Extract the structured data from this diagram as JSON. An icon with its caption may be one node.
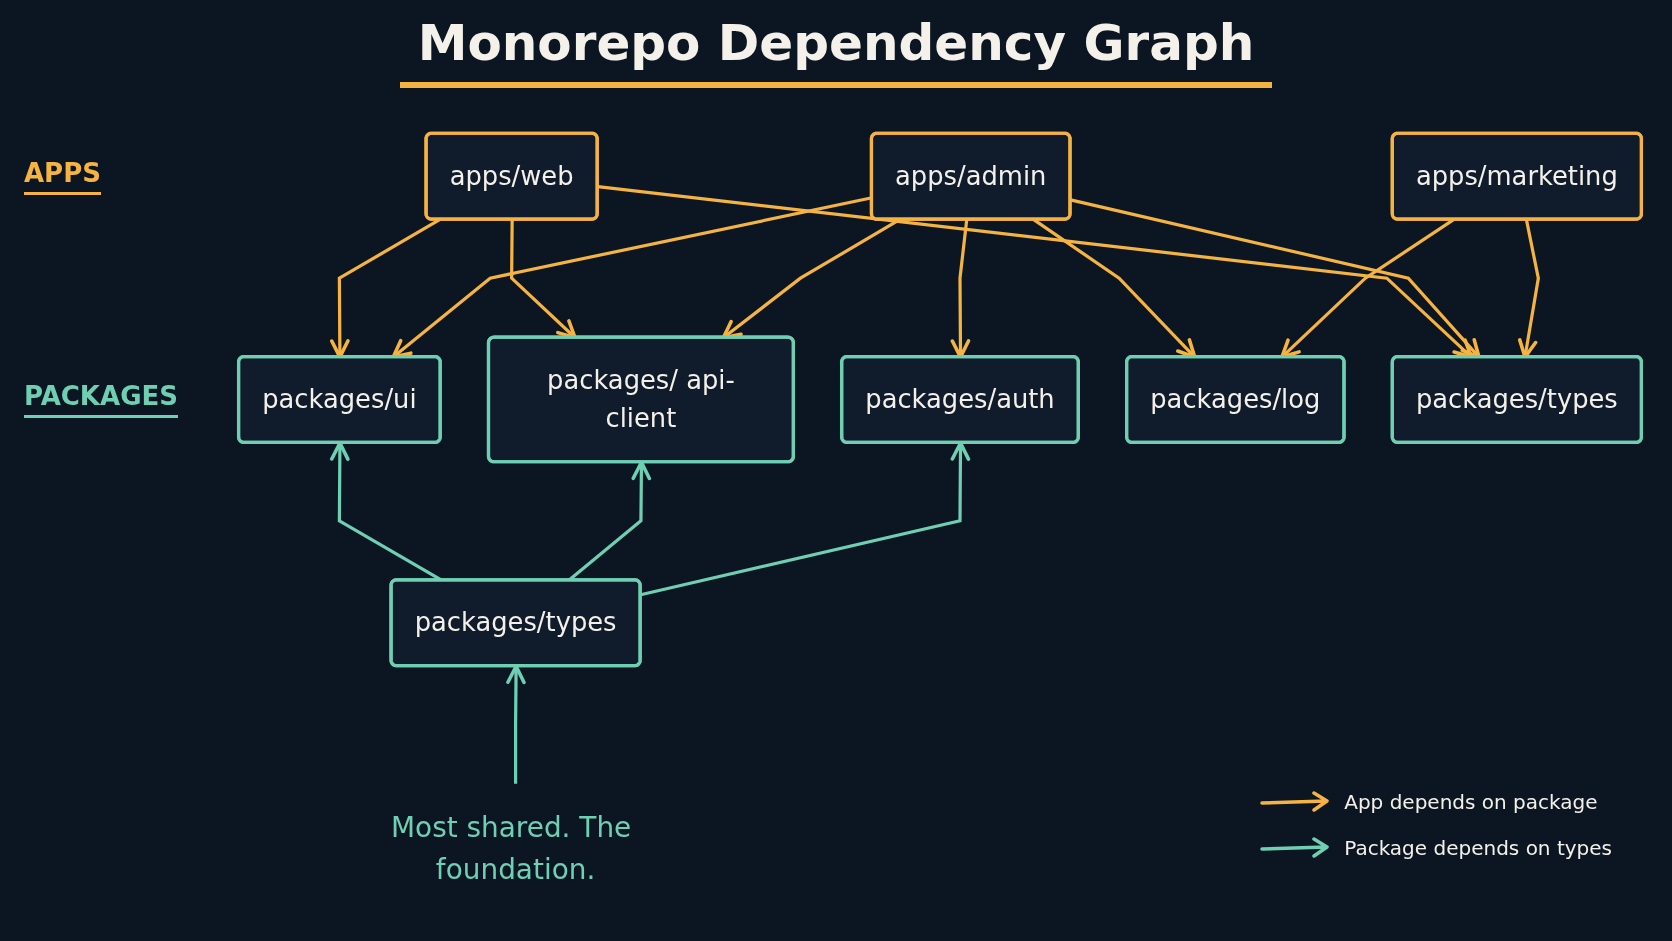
{
  "diagram": {
    "title": "Monorepo Dependency Graph",
    "nodes": [
      {
        "text": [
          "apps/web"
        ]
      },
      {
        "text": [
          "apps/admin"
        ]
      },
      {
        "text": [
          "apps/marketing"
        ]
      },
      {
        "text": [
          "packages/ui"
        ]
      },
      {
        "text": [
          "packages/ api-client"
        ]
      },
      {
        "text": [
          "packages/auth"
        ]
      },
      {
        "text": [
          "packages/log"
        ]
      },
      {
        "text": [
          "packages/types"
        ]
      },
      {
        "text": [
          "packages/types"
        ]
      },
      {
        "text": [
          "Most shared. The foundation."
        ]
      }
    ],
    "edges": [
      {
        "from": 0,
        "to": 3,
        "arrow": "to"
      },
      {
        "from": 0,
        "to": 4,
        "arrow": "to"
      },
      {
        "from": 0,
        "to": 7,
        "arrow": "to"
      },
      {
        "from": 1,
        "to": 3,
        "arrow": "to"
      },
      {
        "from": 1,
        "to": 4,
        "arrow": "to"
      },
      {
        "from": 1,
        "to": 5,
        "arrow": "to"
      },
      {
        "from": 1,
        "to": 6,
        "arrow": "to"
      },
      {
        "from": 1,
        "to": 7,
        "arrow": "to"
      },
      {
        "from": 2,
        "to": 6,
        "arrow": "to"
      },
      {
        "from": 2,
        "to": 7,
        "arrow": "to"
      },
      {
        "from": 8,
        "to": 3,
        "arrow": "to",
        "color": "#6fcfb2"
      },
      {
        "from": 8,
        "to": 4,
        "arrow": "to",
        "color": "#6fcfb2"
      },
      {
        "from": 8,
        "to": 5,
        "arrow": "to",
        "color": "#6fcfb2"
      },
      {
        "from": 9,
        "to": 8,
        "arrow": "to",
        "color": "#6fcfb2"
      }
    ],
    "labels": [
      "APPS",
      "PACKAGES"
    ],
    "legend": [
      {
        "text": "App depends on package"
      },
      {
        "text": "Package depends on types"
      }
    ]
  }
}
